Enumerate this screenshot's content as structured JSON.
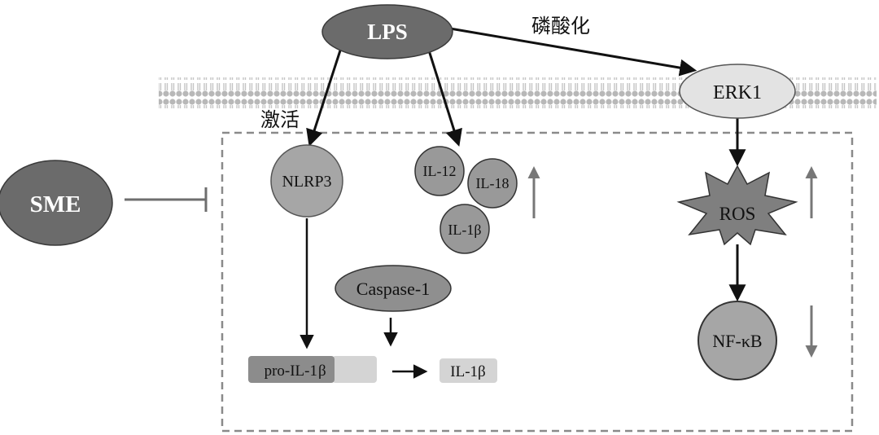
{
  "nodes": {
    "lps": "LPS",
    "erk1": "ERK1",
    "sme": "SME",
    "nlrp3": "NLRP3",
    "il12": "IL-12",
    "il18": "IL-18",
    "il1b_cluster": "IL-1β",
    "caspase1": "Caspase-1",
    "pro_il1b_prefix": "pro-IL-1",
    "pro_il1b_suffix": "β",
    "il1b_product": "IL-1β",
    "ros": "ROS",
    "nfkb": "NF-κB"
  },
  "labels": {
    "phosphorylation": "磷酸化",
    "activation": "激活"
  },
  "colors": {
    "dark_node": "#6b6b6b",
    "mid_node": "#999999",
    "light_node": "#d9d9d9",
    "membrane": "#bdbdbd",
    "arrow": "#111111",
    "indicator": "#777777",
    "border": "#8a8a8a"
  }
}
